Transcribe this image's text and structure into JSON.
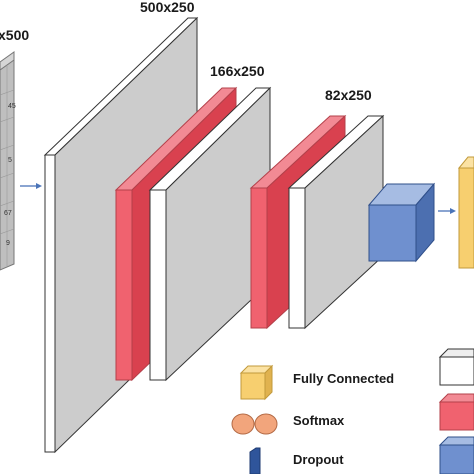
{
  "diagram": {
    "input_label": "x500",
    "input_cells": [
      "45",
      "5",
      "67",
      "9"
    ],
    "layer1_label": "500x250",
    "layer2_label": "166x250",
    "layer3_label": "82x250"
  },
  "legend": {
    "fully_connected": "Fully Connected",
    "softmax": "Softmax",
    "dropout": "Dropout"
  },
  "colors": {
    "conv_front": "#ffffff",
    "conv_side": "#cccccc",
    "pool_red": "#f0626f",
    "pool_red_side": "#d9414f",
    "blue_cube": "#6f90cf",
    "fc_yellow": "#f7cf6f",
    "softmax_orange": "#f2a57c",
    "dropout_blue": "#2f559b"
  }
}
